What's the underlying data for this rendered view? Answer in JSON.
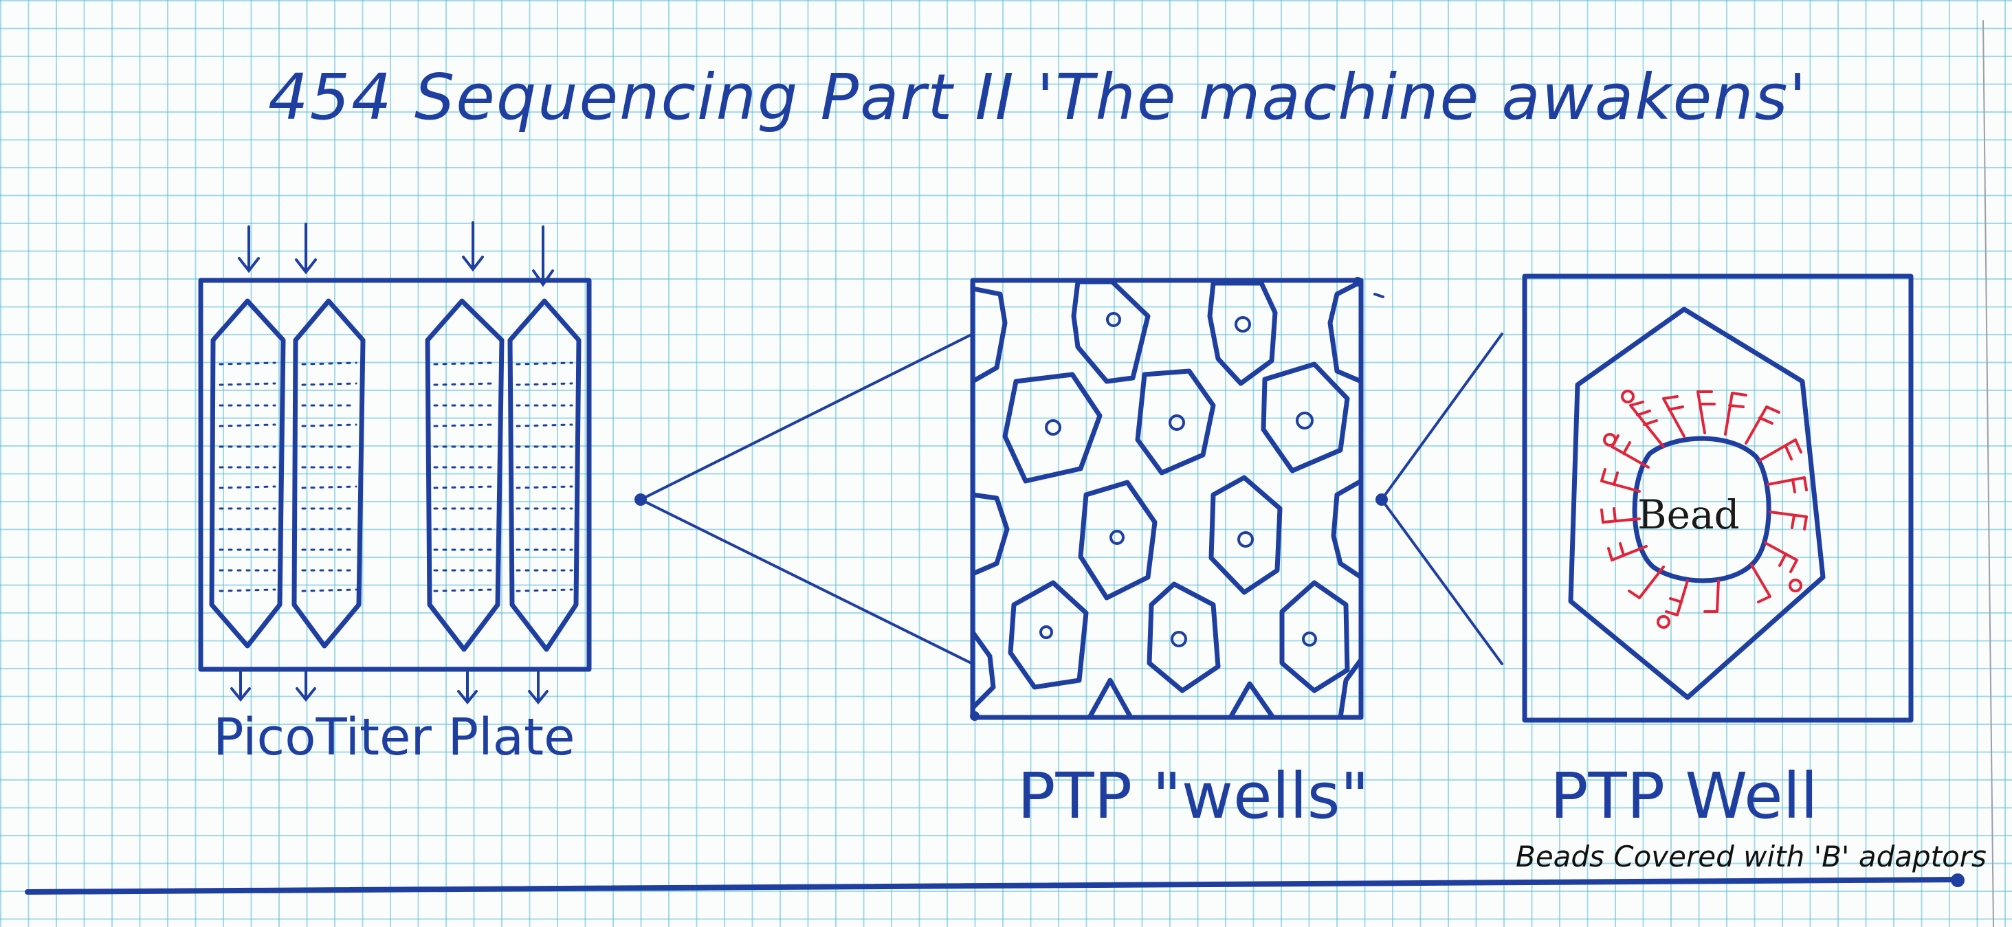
{
  "title": "454 Sequencing Part II 'The machine awakens'",
  "labels": {
    "pico_titer_plate": "PicoTiter Plate",
    "ptp_wells": "PTP \"wells\"",
    "ptp_well": "PTP Well",
    "bead": "Bead",
    "note": "Beads Covered with 'B' adaptors"
  },
  "colors": {
    "ink": "#1f3fa0",
    "adaptor_red": "#e0253a",
    "grid": "#5abed7"
  }
}
